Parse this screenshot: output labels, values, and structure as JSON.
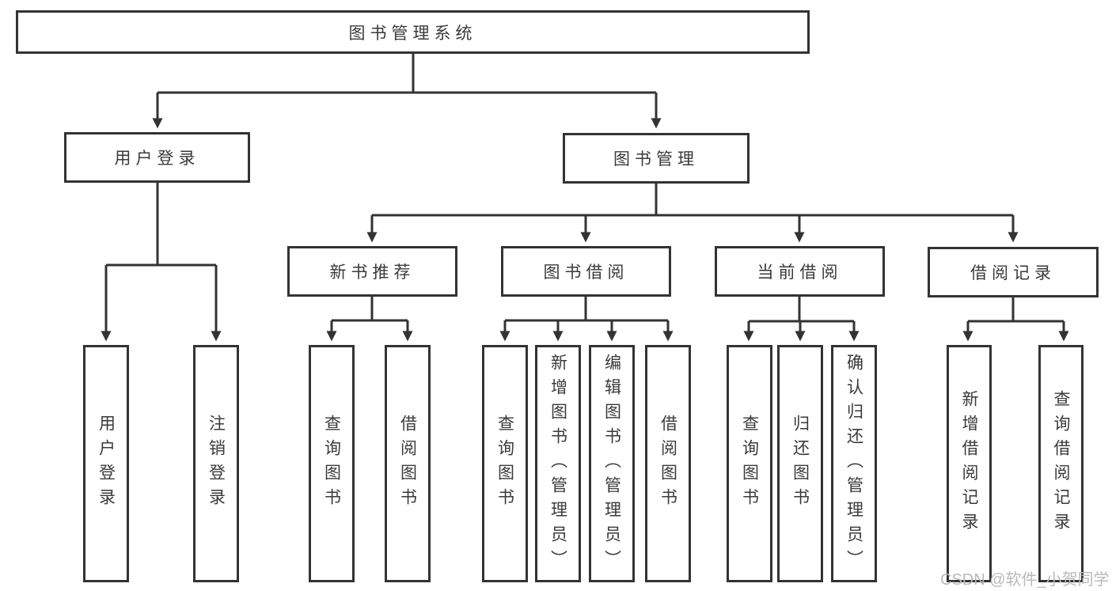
{
  "diagram": {
    "root": {
      "label": "图书管理系统"
    },
    "children": [
      {
        "label": "用户登录",
        "children": [
          {
            "label": "用户登录"
          },
          {
            "label": "注销登录"
          }
        ]
      },
      {
        "label": "图书管理",
        "children": [
          {
            "label": "新书推荐",
            "children": [
              {
                "label": "查询图书"
              },
              {
                "label": "借阅图书"
              }
            ]
          },
          {
            "label": "图书借阅",
            "children": [
              {
                "label": "查询图书"
              },
              {
                "label": "新增图书（管理员）"
              },
              {
                "label": "编辑图书（管理员）"
              },
              {
                "label": "借阅图书"
              }
            ]
          },
          {
            "label": "当前借阅",
            "children": [
              {
                "label": "查询图书"
              },
              {
                "label": "归还图书"
              },
              {
                "label": "确认归还（管理员）"
              }
            ]
          },
          {
            "label": "借阅记录",
            "children": [
              {
                "label": "新增借阅记录"
              },
              {
                "label": "查询借阅记录"
              }
            ]
          }
        ]
      }
    ]
  },
  "watermark": "CSDN @软件_小贺同学",
  "colors": {
    "line": "#333333",
    "box_border": "#333333",
    "text": "#3a3a3a",
    "watermark": "#b9b9b9",
    "background": "#ffffff"
  }
}
